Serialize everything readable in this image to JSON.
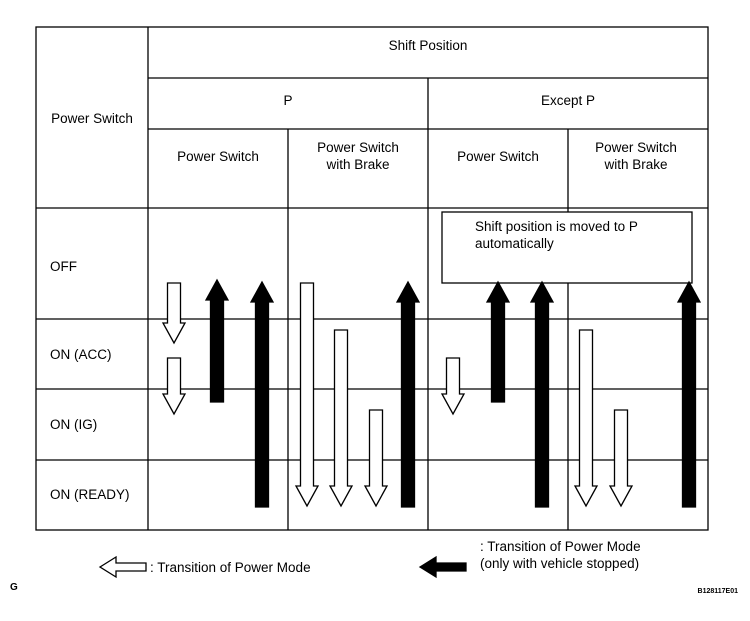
{
  "header": {
    "row_label": "Power Switch",
    "group_title": "Shift Position",
    "p_label": "P",
    "except_p_label": "Except P",
    "col_power_switch": "Power Switch",
    "col_power_switch_brake_line1": "Power Switch",
    "col_power_switch_brake_line2": "with Brake"
  },
  "rows": [
    "OFF",
    "ON (ACC)",
    "ON (IG)",
    "ON (READY)"
  ],
  "note": {
    "line1": "Shift position is moved to P",
    "line2": "automatically"
  },
  "legend": {
    "white_label": ": Transition of Power Mode",
    "black_label_line1": ": Transition of Power Mode",
    "black_label_line2": "(only with vehicle stopped)"
  },
  "footer": {
    "left_code": "G",
    "figure_id": "B128117E01"
  },
  "transitions": [
    {
      "column": "P / Power Switch",
      "from": "OFF",
      "to": "ON (ACC)",
      "type": "white"
    },
    {
      "column": "P / Power Switch",
      "from": "ON (ACC)",
      "to": "ON (IG)",
      "type": "white"
    },
    {
      "column": "P / Power Switch",
      "from": "ON (IG)",
      "to": "OFF",
      "type": "black"
    },
    {
      "column": "P / Power Switch",
      "from": "ON (READY)",
      "to": "OFF",
      "type": "black"
    },
    {
      "column": "P / Power Switch with Brake",
      "from": "OFF",
      "to": "ON (READY)",
      "type": "white"
    },
    {
      "column": "P / Power Switch with Brake",
      "from": "ON (ACC)",
      "to": "ON (READY)",
      "type": "white"
    },
    {
      "column": "P / Power Switch with Brake",
      "from": "ON (IG)",
      "to": "ON (READY)",
      "type": "white"
    },
    {
      "column": "P / Power Switch with Brake",
      "from": "ON (READY)",
      "to": "OFF",
      "type": "black"
    },
    {
      "column": "Except P / Power Switch",
      "from": "ON (ACC)",
      "to": "ON (IG)",
      "type": "white"
    },
    {
      "column": "Except P / Power Switch",
      "from": "ON (IG)",
      "to": "OFF",
      "type": "black"
    },
    {
      "column": "Except P / Power Switch",
      "from": "ON (READY)",
      "to": "OFF",
      "type": "black"
    },
    {
      "column": "Except P / Power Switch with Brake",
      "from": "ON (ACC)",
      "to": "ON (READY)",
      "type": "white"
    },
    {
      "column": "Except P / Power Switch with Brake",
      "from": "ON (IG)",
      "to": "ON (READY)",
      "type": "white"
    },
    {
      "column": "Except P / Power Switch with Brake",
      "from": "ON (READY)",
      "to": "OFF",
      "type": "black"
    }
  ]
}
